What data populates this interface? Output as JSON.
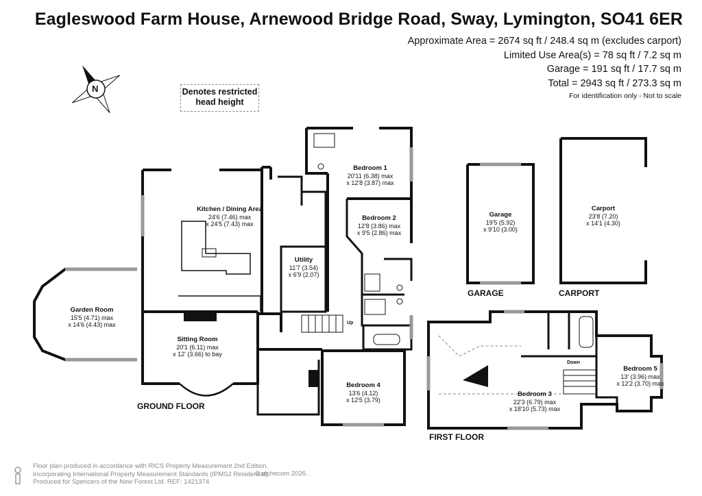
{
  "header": {
    "title": "Eagleswood Farm House, Arnewood Bridge Road, Sway, Lymington, SO41 6ER",
    "areas": [
      "Approximate Area = 2674 sq ft / 248.4 sq m (excludes carport)",
      "Limited Use Area(s) = 78 sq ft / 7.2 sq m",
      "Garage = 191 sq ft / 17.7 sq m",
      "Total = 2943 sq ft / 273.3 sq m"
    ],
    "note": "For identification only - Not to scale"
  },
  "compass_letter": "N",
  "restricted_note": "Denotes restricted head height",
  "rooms": {
    "kitchen": {
      "name": "Kitchen / Dining Area",
      "dims": [
        "24'6 (7.46) max",
        "x 24'5 (7.43) max"
      ]
    },
    "garden": {
      "name": "Garden Room",
      "dims": [
        "15'5 (4.71) max",
        "x 14'6 (4.43) max"
      ]
    },
    "sitting": {
      "name": "Sitting Room",
      "dims": [
        "20'1 (6.11) max",
        "x 12' (3.66) to bay"
      ]
    },
    "utility": {
      "name": "Utility",
      "dims": [
        "11'7 (3.54)",
        "x 6'9 (2.07)"
      ]
    },
    "bedroom1": {
      "name": "Bedroom 1",
      "dims": [
        "20'11 (6.38) max",
        "x 12'8 (3.87) max"
      ]
    },
    "bedroom2": {
      "name": "Bedroom 2",
      "dims": [
        "12'8 (3.86) max",
        "x 9'5 (2.86) max"
      ]
    },
    "bedroom4": {
      "name": "Bedroom 4",
      "dims": [
        "13'6 (4.12)",
        "x 12'5 (3.79)"
      ]
    },
    "garage": {
      "name": "Garage",
      "dims": [
        "19'5 (5.92)",
        "x 9'10 (3.00)"
      ]
    },
    "carport": {
      "name": "Carport",
      "dims": [
        "23'8 (7.20)",
        "x 14'1 (4.30)"
      ]
    },
    "bedroom3": {
      "name": "Bedroom 3",
      "dims": [
        "22'3 (6.79) max",
        "x 18'10 (5.73) max"
      ]
    },
    "bedroom5": {
      "name": "Bedroom 5",
      "dims": [
        "13' (3.96) max",
        "x 12'2 (3.70) max"
      ]
    }
  },
  "floors": {
    "ground": "GROUND FLOOR",
    "first": "FIRST FLOOR",
    "garage": "GARAGE",
    "carport": "CARPORT"
  },
  "stairs": {
    "up": "Up",
    "down": "Down"
  },
  "footer": {
    "lines": [
      "Floor plan produced in accordance with RICS Property Measurement 2nd Edition,",
      "Incorporating International Property Measurement Standards (IPMS2 Residential).",
      "Produced for Spencers of the New Forest Ltd.   REF:  1421374"
    ],
    "credit": "© nichecom 2026."
  },
  "colors": {
    "wall": "#111111",
    "window": "#999999",
    "dashed": "#888888",
    "text": "#111111",
    "footer": "#888888"
  }
}
